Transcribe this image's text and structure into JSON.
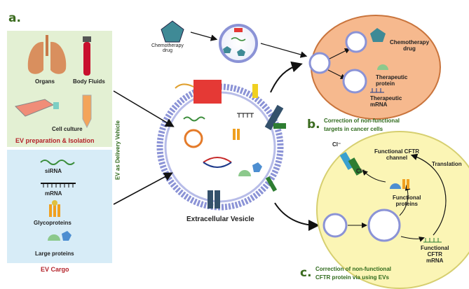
{
  "panel_letters": {
    "a": "a.",
    "b": "b.",
    "c": "c."
  },
  "prep": {
    "organs": "Organs",
    "body_fluids": "Body Fluids",
    "cell_culture": "Cell culture",
    "title": "EV preparation & Isolation"
  },
  "cargo": {
    "sirna": "siRNA",
    "mrna": "mRNA",
    "glycoproteins": "Glycoproteins",
    "large_proteins": "Large proteins",
    "title": "EV Cargo"
  },
  "vertical_label": "EV as Delivery Vehicle",
  "chemo_drug": "Chemotherapy\ndrug",
  "vesicle_label": "Extracellular Vesicle",
  "panel_b": {
    "chemo_drug": "Chemotherapy\ndrug",
    "protein": "Therapeutic\nprotein",
    "mrna": "Therapeutic\nmRNA",
    "caption_1": "Correction of non-functional",
    "caption_2": "targets in cancer cells"
  },
  "panel_c": {
    "cl_top": "Cl⁻",
    "cl_bottom": "Cl⁻",
    "channel": "Functional CFTR\nchannel",
    "translation": "Translation",
    "proteins": "Functional\nproteins",
    "mrna": "Functional\nCFTR\nmRNA",
    "caption_1": "Correction of non-functional",
    "caption_2": "CFTR protein via using EVs"
  },
  "colors": {
    "prep_bg": "#e3f0d3",
    "cargo_bg": "#d7ecf7",
    "cell_orange": "#f6b98e",
    "cell_yellow": "#fbf5b5",
    "membrane": "#8b93d6",
    "chemo": "#3f8a96"
  }
}
